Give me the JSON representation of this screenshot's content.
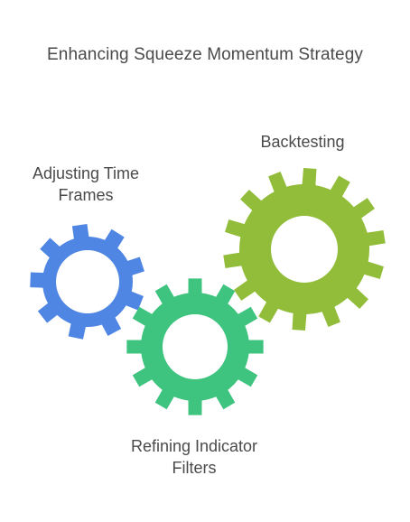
{
  "title": "Enhancing Squeeze Momentum Strategy",
  "gears": [
    {
      "id": "adjusting-time-frames",
      "label_lines": [
        "Adjusting Time",
        "Frames"
      ],
      "color": "#4f86e3",
      "teeth": 9
    },
    {
      "id": "refining-indicator-filters",
      "label_lines": [
        "Refining Indicator",
        "Filters"
      ],
      "color": "#3ec47e",
      "teeth": 12
    },
    {
      "id": "backtesting",
      "label_lines": [
        "Backtesting"
      ],
      "color": "#92bd3a",
      "teeth": 14
    }
  ],
  "colors": {
    "text": "#4a4a4a",
    "background": "#ffffff"
  }
}
